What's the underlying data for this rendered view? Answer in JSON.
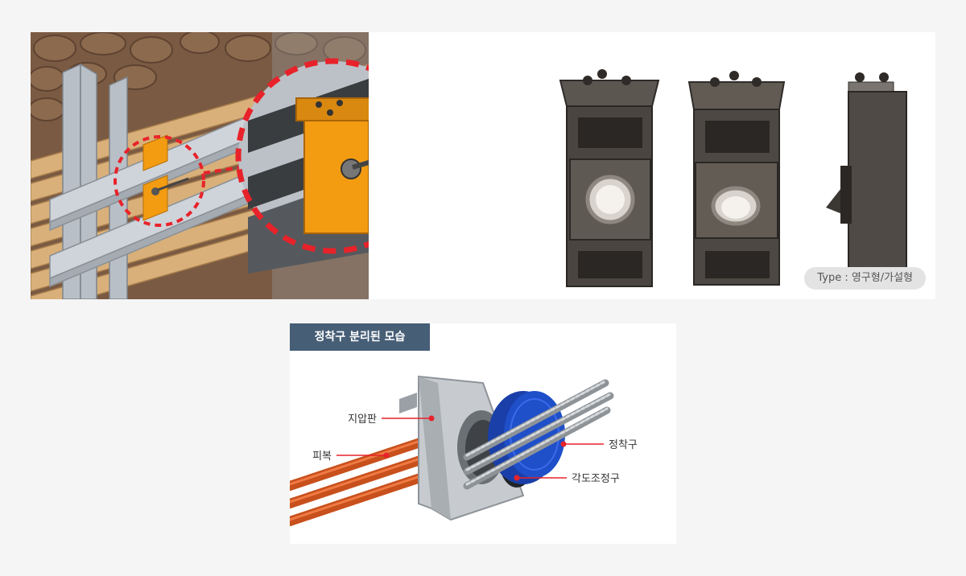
{
  "top_panel": {
    "type_badge": "Type : 영구형/가설형"
  },
  "bottom_panel": {
    "section_title": "정착구 분리된 모습",
    "labels": {
      "bearing_plate": "지압판",
      "sheath": "피복",
      "anchor_head": "정착구",
      "angle_adjuster": "각도조정구"
    }
  },
  "colors": {
    "accent_red": "#e8222a",
    "bracket_orange": "#f39c12",
    "tab_bg": "#465e76",
    "anchor_blue": "#1f4fc9",
    "strand_orange": "#c8501c"
  }
}
